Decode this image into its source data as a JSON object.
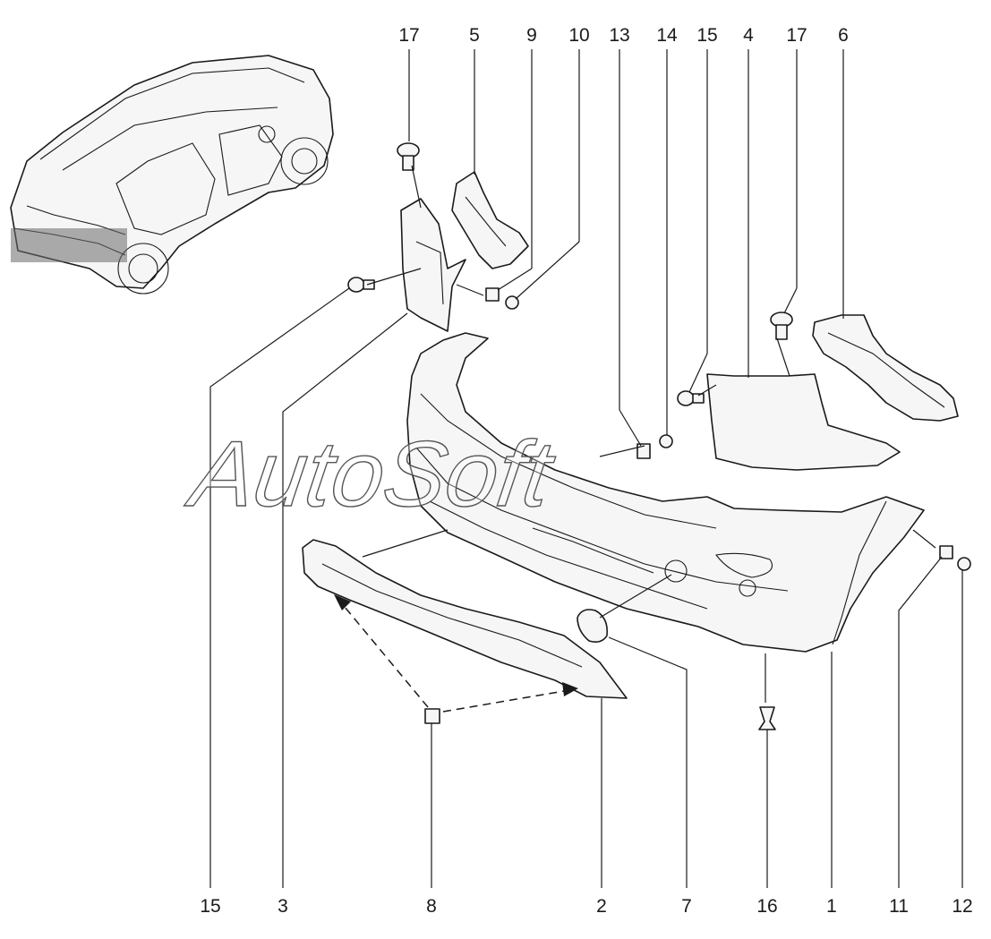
{
  "watermark": "AutoSoft",
  "callouts": {
    "top": [
      "17",
      "5",
      "9",
      "10",
      "13",
      "14",
      "15",
      "4",
      "17",
      "6"
    ],
    "bottom": [
      "15",
      "3",
      "8",
      "2",
      "7",
      "16",
      "1",
      "11",
      "12"
    ]
  },
  "colors": {
    "line": "#1a1a1a",
    "part_fill": "#f6f6f6",
    "background": "#ffffff"
  }
}
